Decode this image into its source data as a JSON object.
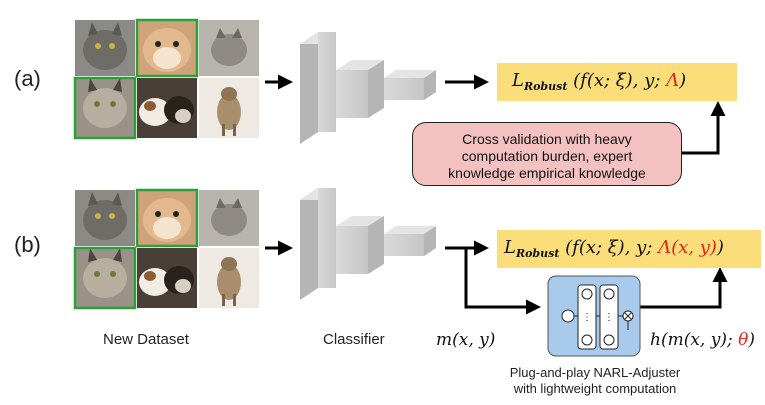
{
  "panels": {
    "a_label": "(a)",
    "b_label": "(b)"
  },
  "captions": {
    "dataset": "New Dataset",
    "classifier": "Classifier"
  },
  "loss_a": {
    "L": "L",
    "sub": "Robust",
    "expr": " (f(x; ξ), y; ",
    "param": "Λ",
    "close": ")"
  },
  "loss_b": {
    "L": "L",
    "sub": "Robust",
    "expr": " (f(x; ξ), y; ",
    "param": "Λ(x, y)",
    "close": ")"
  },
  "note": {
    "line1": "Cross validation with heavy",
    "line2": "computation burden, expert",
    "line3": "knowledge empirical knowledge"
  },
  "meta_input": "m(x, y)",
  "adjuster_output": {
    "expr": "h(m(x, y); ",
    "param": "θ",
    "close": ")"
  },
  "adjuster_caption": {
    "line1": "Plug-and-play NARL-Adjuster",
    "line2": "with lightweight computation"
  },
  "colors": {
    "loss_box": "#fbdd7a",
    "note_box": "#f4c1c1",
    "adjuster_box": "#a9cbeb",
    "highlight_red": "#e8211a",
    "selected_tile_border": "#2e9e3a"
  },
  "dataset_tiles": [
    {
      "icon": "cat-photo",
      "selected": false
    },
    {
      "icon": "hamster-photo",
      "selected": true
    },
    {
      "icon": "wolf-photo",
      "selected": false
    },
    {
      "icon": "lynx-photo",
      "selected": true
    },
    {
      "icon": "guinea-pig-photo",
      "selected": false
    },
    {
      "icon": "coyote-photo",
      "selected": false
    }
  ]
}
